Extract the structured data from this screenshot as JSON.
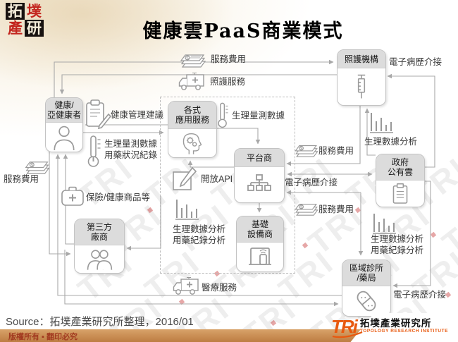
{
  "title": "健康雲PaaS商業模式",
  "seal": {
    "c1": "拓",
    "c2": "墣",
    "c3": "產",
    "c4": "研"
  },
  "nodes": {
    "consumer": {
      "line1": "健康/",
      "line2": "亞健康者"
    },
    "care": {
      "line1": "照護機構"
    },
    "app": {
      "line1": "各式",
      "line2": "應用服務"
    },
    "platform": {
      "line1": "平台商"
    },
    "gov": {
      "line1": "政府",
      "line2": "公有雲"
    },
    "third": {
      "line1": "第三方",
      "line2": "廠商"
    },
    "infra": {
      "line1": "基礎",
      "line2": "設備商"
    },
    "clinic": {
      "line1": "區域診所",
      "line2": "/藥局"
    }
  },
  "edges": {
    "fee_top": "服務費用",
    "care_service": "照護服務",
    "emr_top": "電子病歷介接",
    "advice": "健康管理建議",
    "bio_line1": "生理量測數據",
    "bio_line2": "用藥狀況紀錄",
    "bio2": "生理量測數據",
    "fee_r1": "服務費用",
    "emr_mid": "電子病歷介接",
    "fee_r2": "服務費用",
    "analysis_r1": "生理數據分析",
    "open_api": "開放API",
    "analysis_c1": "生理數據分析",
    "analysis_c2": "用藥紀錄分析",
    "analysis_r2a": "生理數據分析",
    "analysis_r2b": "用藥紀錄分析",
    "insurance": "保險/健康商品等",
    "fee_left": "服務費用",
    "medical": "醫療服務",
    "emr_bottom": "電子病歷介接"
  },
  "source": "Source：拓墣產業研究所整理，2016/01",
  "footer": {
    "copyright": "版權所有 ▪ 翻印必究",
    "tri": "TRi",
    "tri_cn": "拓墣產業研究所",
    "tri_en": "TOPOLOGY RESEARCH INSTITUTE"
  },
  "watermark": {
    "text": "TRI"
  },
  "colors": {
    "bar": "#c0854e",
    "seal_red": "#c3261f",
    "tri_orange": "#e8590f",
    "line": "#a8a8a8",
    "node_header": "#dcdcdc"
  }
}
